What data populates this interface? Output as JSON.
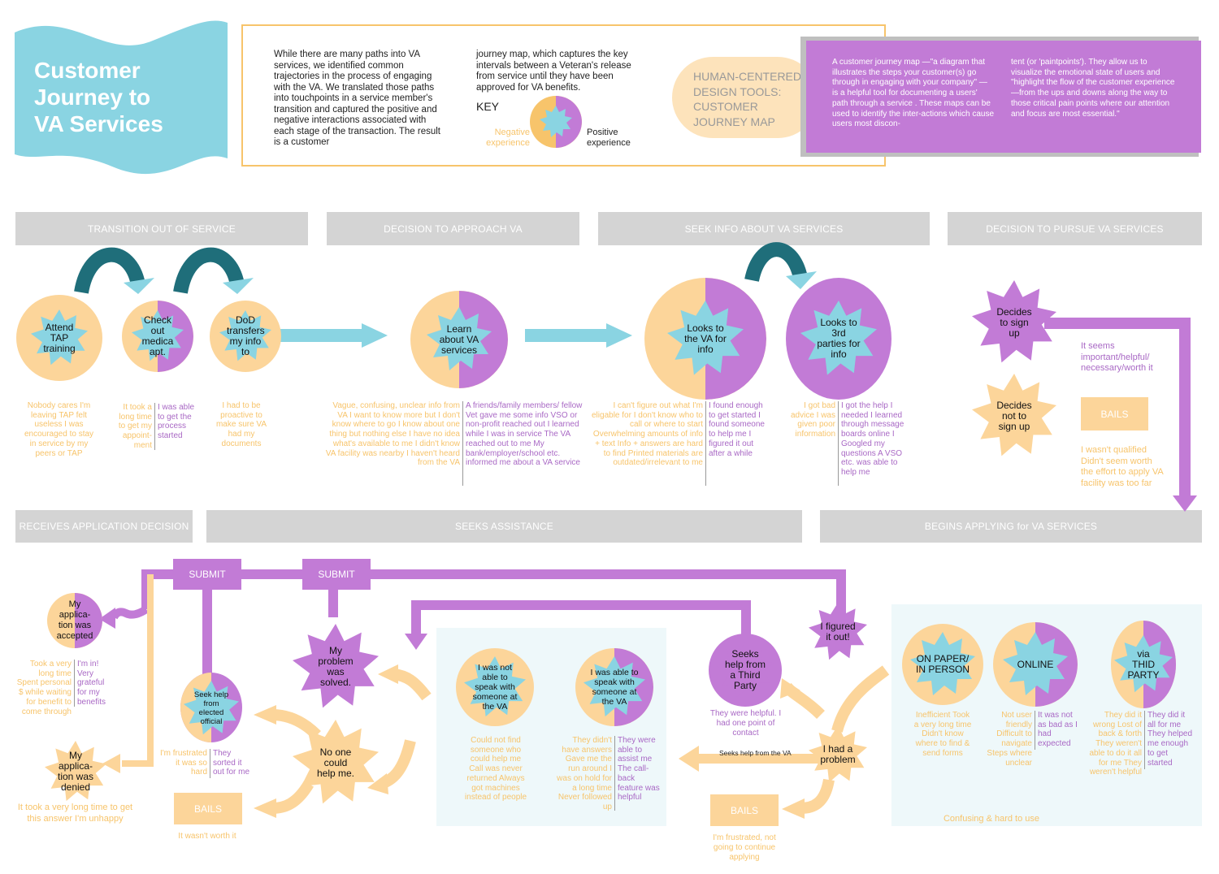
{
  "title": {
    "line1": "Customer",
    "line2": "Journey to",
    "line3": "VA Services"
  },
  "intro": {
    "col1": "While there are many paths into VA services, we identified common trajectories in the process of engaging with the VA. We translated those paths into touchpoints in a service member's transition and captured the positive and negative interactions associated with each stage of the transaction. The result is a customer",
    "col2": "journey map, which captures the key intervals between a Veteran's release from service until they have been approved for VA benefits.",
    "key_label": "KEY",
    "key_negative": "Negative experience",
    "key_positive": "Positive experience"
  },
  "hcd": {
    "line1": "HUMAN-CENTERED",
    "line2": "DESIGN TOOLS:",
    "line3": "CUSTOMER",
    "line4": "JOURNEY MAP",
    "desc1": "A customer journey map —\"a diagram that illustrates the steps your customer(s) go through in engaging with your company\" — is a helpful tool for documenting a users' path through a service . These maps can be used to identify the inter-actions which cause users most discon-",
    "desc2": "tent (or 'paintpoints'). They allow us to visualize the emotional state of users and \"highlight the flow of the customer experience—from the ups and downs along the way to those critical pain points where our attention and focus are most essential.\""
  },
  "phases": {
    "p1": "TRANSITION OUT OF SERVICE",
    "p2": "DECISION TO APPROACH VA",
    "p3": "SEEK INFO ABOUT VA SERVICES",
    "p4": "DECISION TO PURSUE VA SERVICES",
    "p5": "RECEIVES APPLICATION DECISION",
    "p6": "SEEKS ASSISTANCE",
    "p7": "BEGINS APPLYING for VA SERVICES"
  },
  "nodes": {
    "tap": "Attend TAP training",
    "medical": "Check out medica apt.",
    "dod": "DoD transfers my info to",
    "learn": "Learn about VA services",
    "looks_va": "Looks to the VA for info",
    "looks_3rd": "Looks to 3rd parties for info",
    "decides_sign": "Decides to sign up",
    "decides_not": "Decides not to sign up",
    "accepted": "My applica-tion was accepted",
    "denied": "My applica-tion was denied",
    "elected": "Seek help from elected official",
    "solved": "My problem was solved.",
    "no_one": "No one could help me.",
    "not_able": "I was not able to speak with someone at the VA",
    "able": "I was able to speak with someone at the VA",
    "third_party": "Seeks help from a Third Party",
    "figured": "I figured it out!",
    "problem": "I had a problem",
    "paper": "ON PAPER/ IN PERSON",
    "online": "ONLINE",
    "via_third": "via THID PARTY"
  },
  "labels": {
    "submit1": "SUBMIT",
    "submit2": "SUBMIT",
    "bails1": "BAILS",
    "bails2": "BAILS",
    "bails3": "BAILS",
    "seeks_help_va": "Seeks help from the VA",
    "it_seems": "It seems important/helpful/ necessary/worth it",
    "not_qualified": "I wasn't qualified Didn't seem worth the effort to apply VA facility was too far",
    "long_time": "It took a very long time to get this answer I'm unhappy",
    "not_worth": "It wasn't worth it",
    "frustrated_not": "I'm frustrated, not going to continue applying",
    "confusing": "Confusing & hard to use",
    "third_helpful": "They were helpful. I had one point of contact"
  },
  "comments": {
    "tap_neg": "Nobody cares I'm leaving TAP felt useless I was encouraged to stay in service by my peers or TAP",
    "med_neg": "It took a long time to get my appoint-ment",
    "med_pos": "I was able to get the process started",
    "dod_neg": "I had to be proactive to make sure VA had my documents",
    "learn_neg": "Vague, confusing, unclear info from VA I want to know more but I don't know where to go I know about one thing but nothing else I have no idea what's available to me I didn't know VA facility was nearby I haven't heard from the VA",
    "learn_pos": "A friends/family members/ fellow Vet gave me some info VSO or non-profit reached out I learned while I was in service The VA reached out to me My bank/employer/school etc. informed me about a VA service",
    "va_neg": "I can't figure out what I'm eligable for I don't know who to call or where to start Overwhelming amounts of info + text Info + answers are hard to find Printed materials are outdated/irrelevant to me",
    "va_pos": "I found enough to get started I found someone to help me I figured it out after a while",
    "third_neg": "I got bad advice I was given poor information",
    "third_pos": "I got the help I needed I learned through message boards online I Googled my questions A VSO etc. was able to help me",
    "acc_neg": "Took a very long time Spent personal $ while waiting for benefit to come through",
    "acc_pos": "I'm in! Very grateful for my benefits",
    "elect_neg": "I'm frustrated it was so hard",
    "elect_pos": "They sorted it out for me",
    "notable_neg": "Could not find someone who could help me Call was never returned Always got machines instead of people",
    "able_neg": "They didn't have answers Gave me the run around I was on hold for a long time Never followed up",
    "able_pos": "They were able to assist me The call-back feature was helpful",
    "paper_neg": "Inefficient Took a very long time Didn't know where to find & send forms",
    "online_neg": "Not user friendly Difficult to navigate Steps where unclear",
    "online_pos": "It was not as bad as I had expected",
    "via_neg": "They did it wrong Lost of back & forth They weren't able to do it all for me They weren't helpful",
    "via_pos": "They did it all for me They helped me enough to get started"
  }
}
